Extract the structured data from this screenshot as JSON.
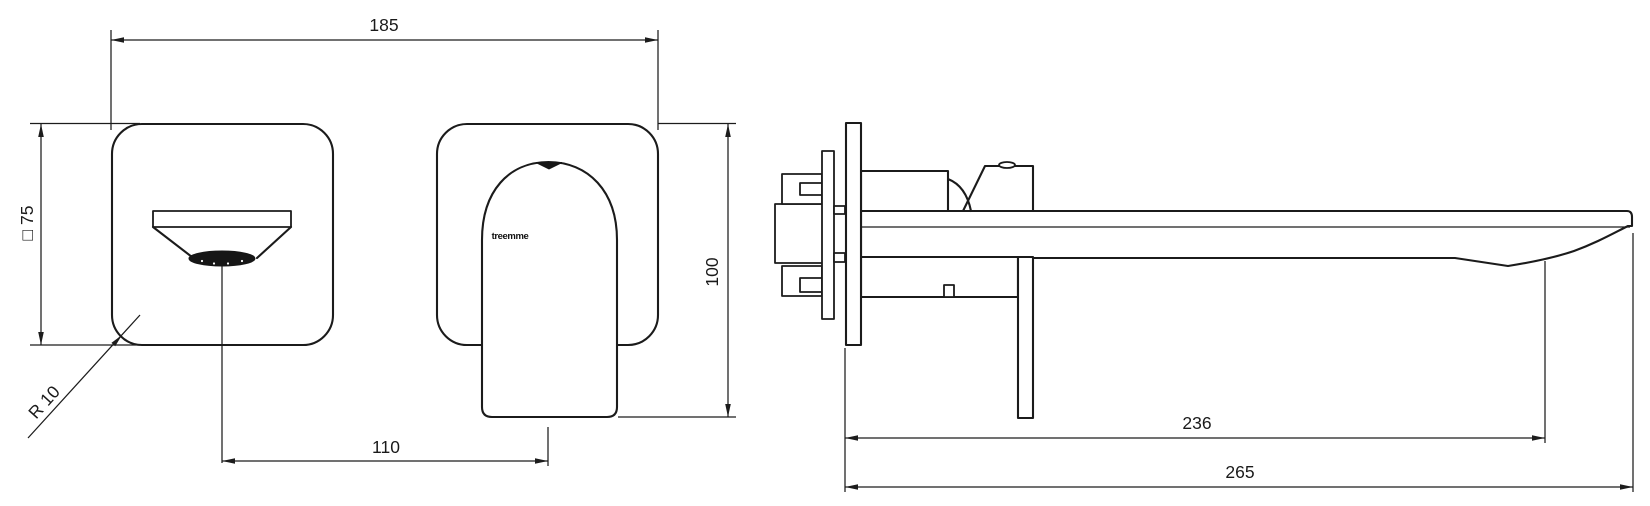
{
  "drawing": {
    "logo": "treemme",
    "dimensions": {
      "overall_width": "185",
      "plate_size": "□ 75",
      "corner_radius": "R 10",
      "center_distance": "110",
      "handle_height": "100",
      "aerator_projection": "236",
      "total_projection": "265"
    },
    "colors": {
      "line": "#1b1b1b",
      "background": "#ffffff"
    }
  }
}
